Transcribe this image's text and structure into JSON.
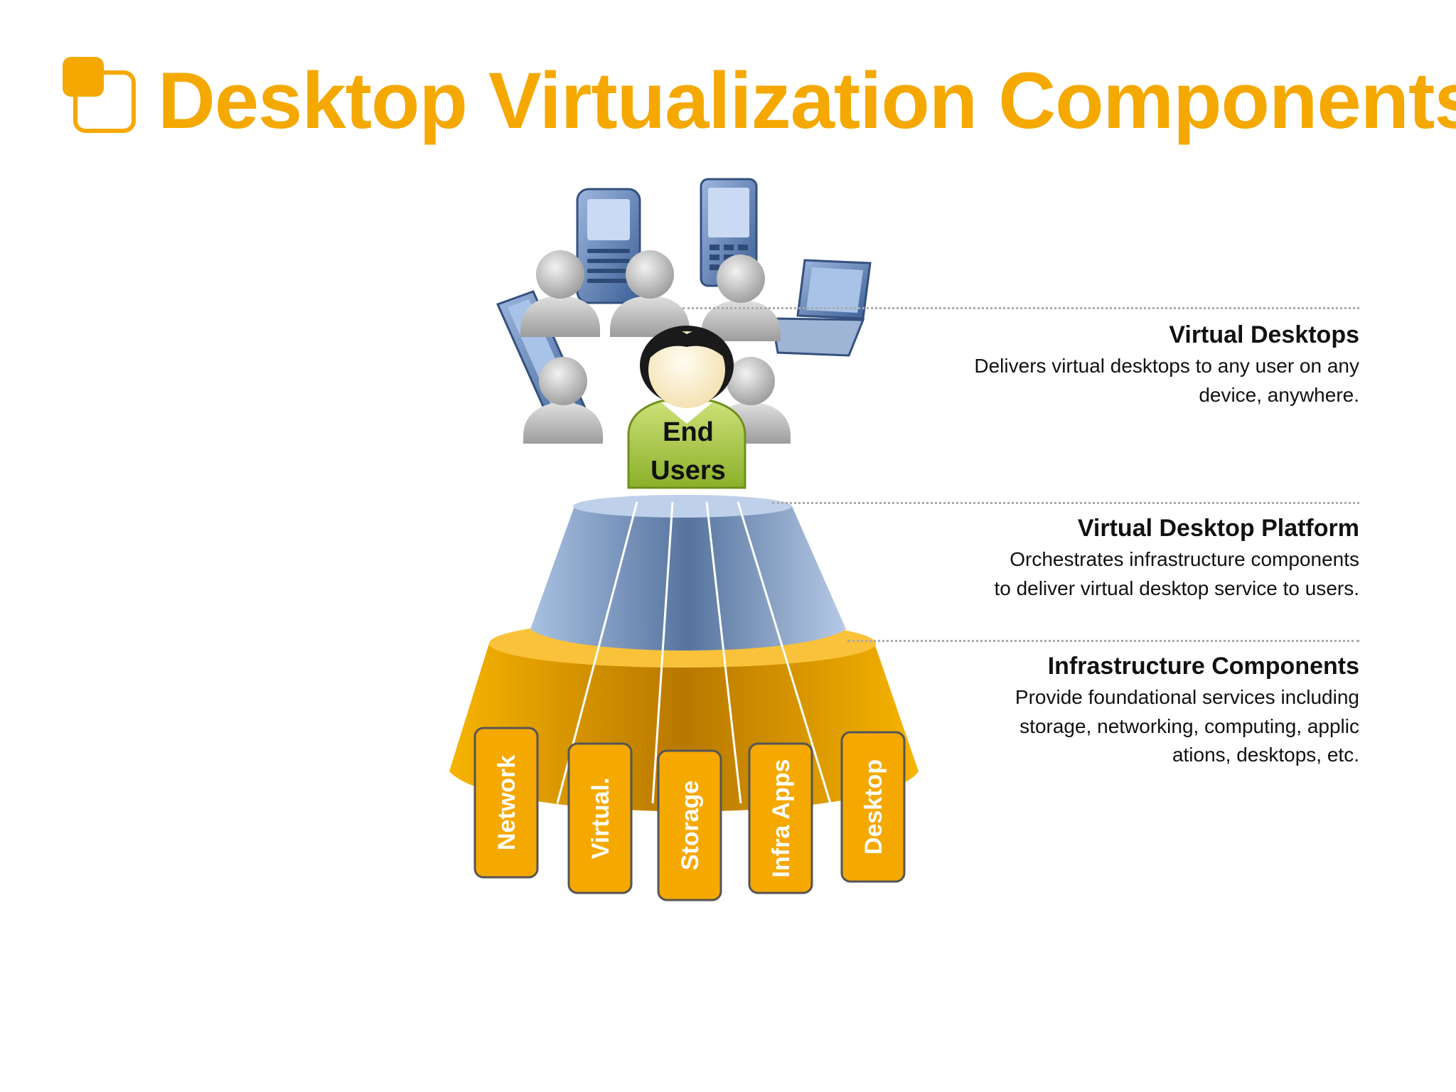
{
  "slide": {
    "title": "Desktop Virtualization Components"
  },
  "diagram": {
    "end_users_label_line1": "End",
    "end_users_label_line2": "Users",
    "pillars": [
      "Network",
      "Virtual.",
      "Storage",
      "Infra Apps",
      "Desktop"
    ]
  },
  "descriptions": [
    {
      "heading": "Virtual Desktops",
      "lines": [
        "Delivers virtual desktops to any user on any",
        "device, anywhere."
      ]
    },
    {
      "heading": "Virtual Desktop Platform",
      "lines": [
        "Orchestrates infrastructure components",
        "to deliver virtual desktop service to users."
      ]
    },
    {
      "heading": "Infrastructure Components",
      "lines": [
        "Provide foundational services including",
        "storage, networking, computing, applic",
        "ations, desktops, etc."
      ]
    }
  ],
  "colors": {
    "accent_orange": "#F5A800",
    "platform_blue": "#6E8DB8",
    "end_user_green": "#9CC03A"
  }
}
